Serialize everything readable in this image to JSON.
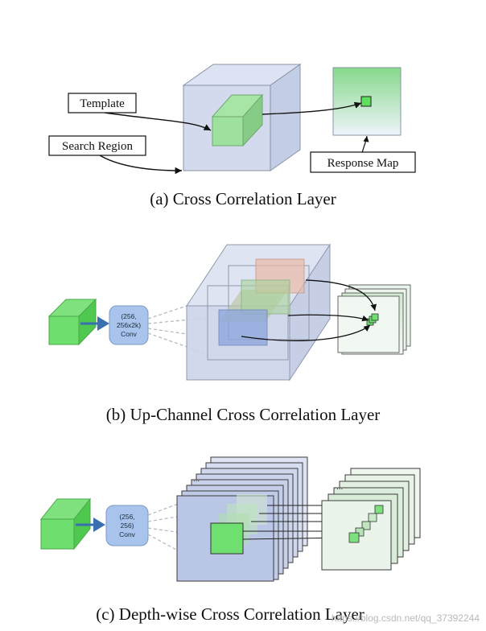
{
  "panel_a": {
    "template_label": "Template",
    "search_label": "Search Region",
    "response_label": "Response Map",
    "caption": "(a)  Cross Correlation Layer"
  },
  "panel_b": {
    "conv_line1": "(256,",
    "conv_line2": "256x2k)",
    "conv_line3": "Conv",
    "caption": "(b)  Up-Channel Cross Correlation Layer"
  },
  "panel_c": {
    "conv_line1": "(256,",
    "conv_line2": "256)",
    "conv_line3": "Conv",
    "ellipsis_left": "...",
    "ellipsis_right": "...",
    "caption": "(c)  Depth-wise Cross Correlation Layer"
  },
  "watermark": "https://blog.csdn.net/qq_37392244",
  "colors": {
    "green": "#7ee07e",
    "blue_block": "#c9d3ea",
    "conv_box": "#a9c4ec",
    "arrow_blue": "#3a6fb0"
  }
}
